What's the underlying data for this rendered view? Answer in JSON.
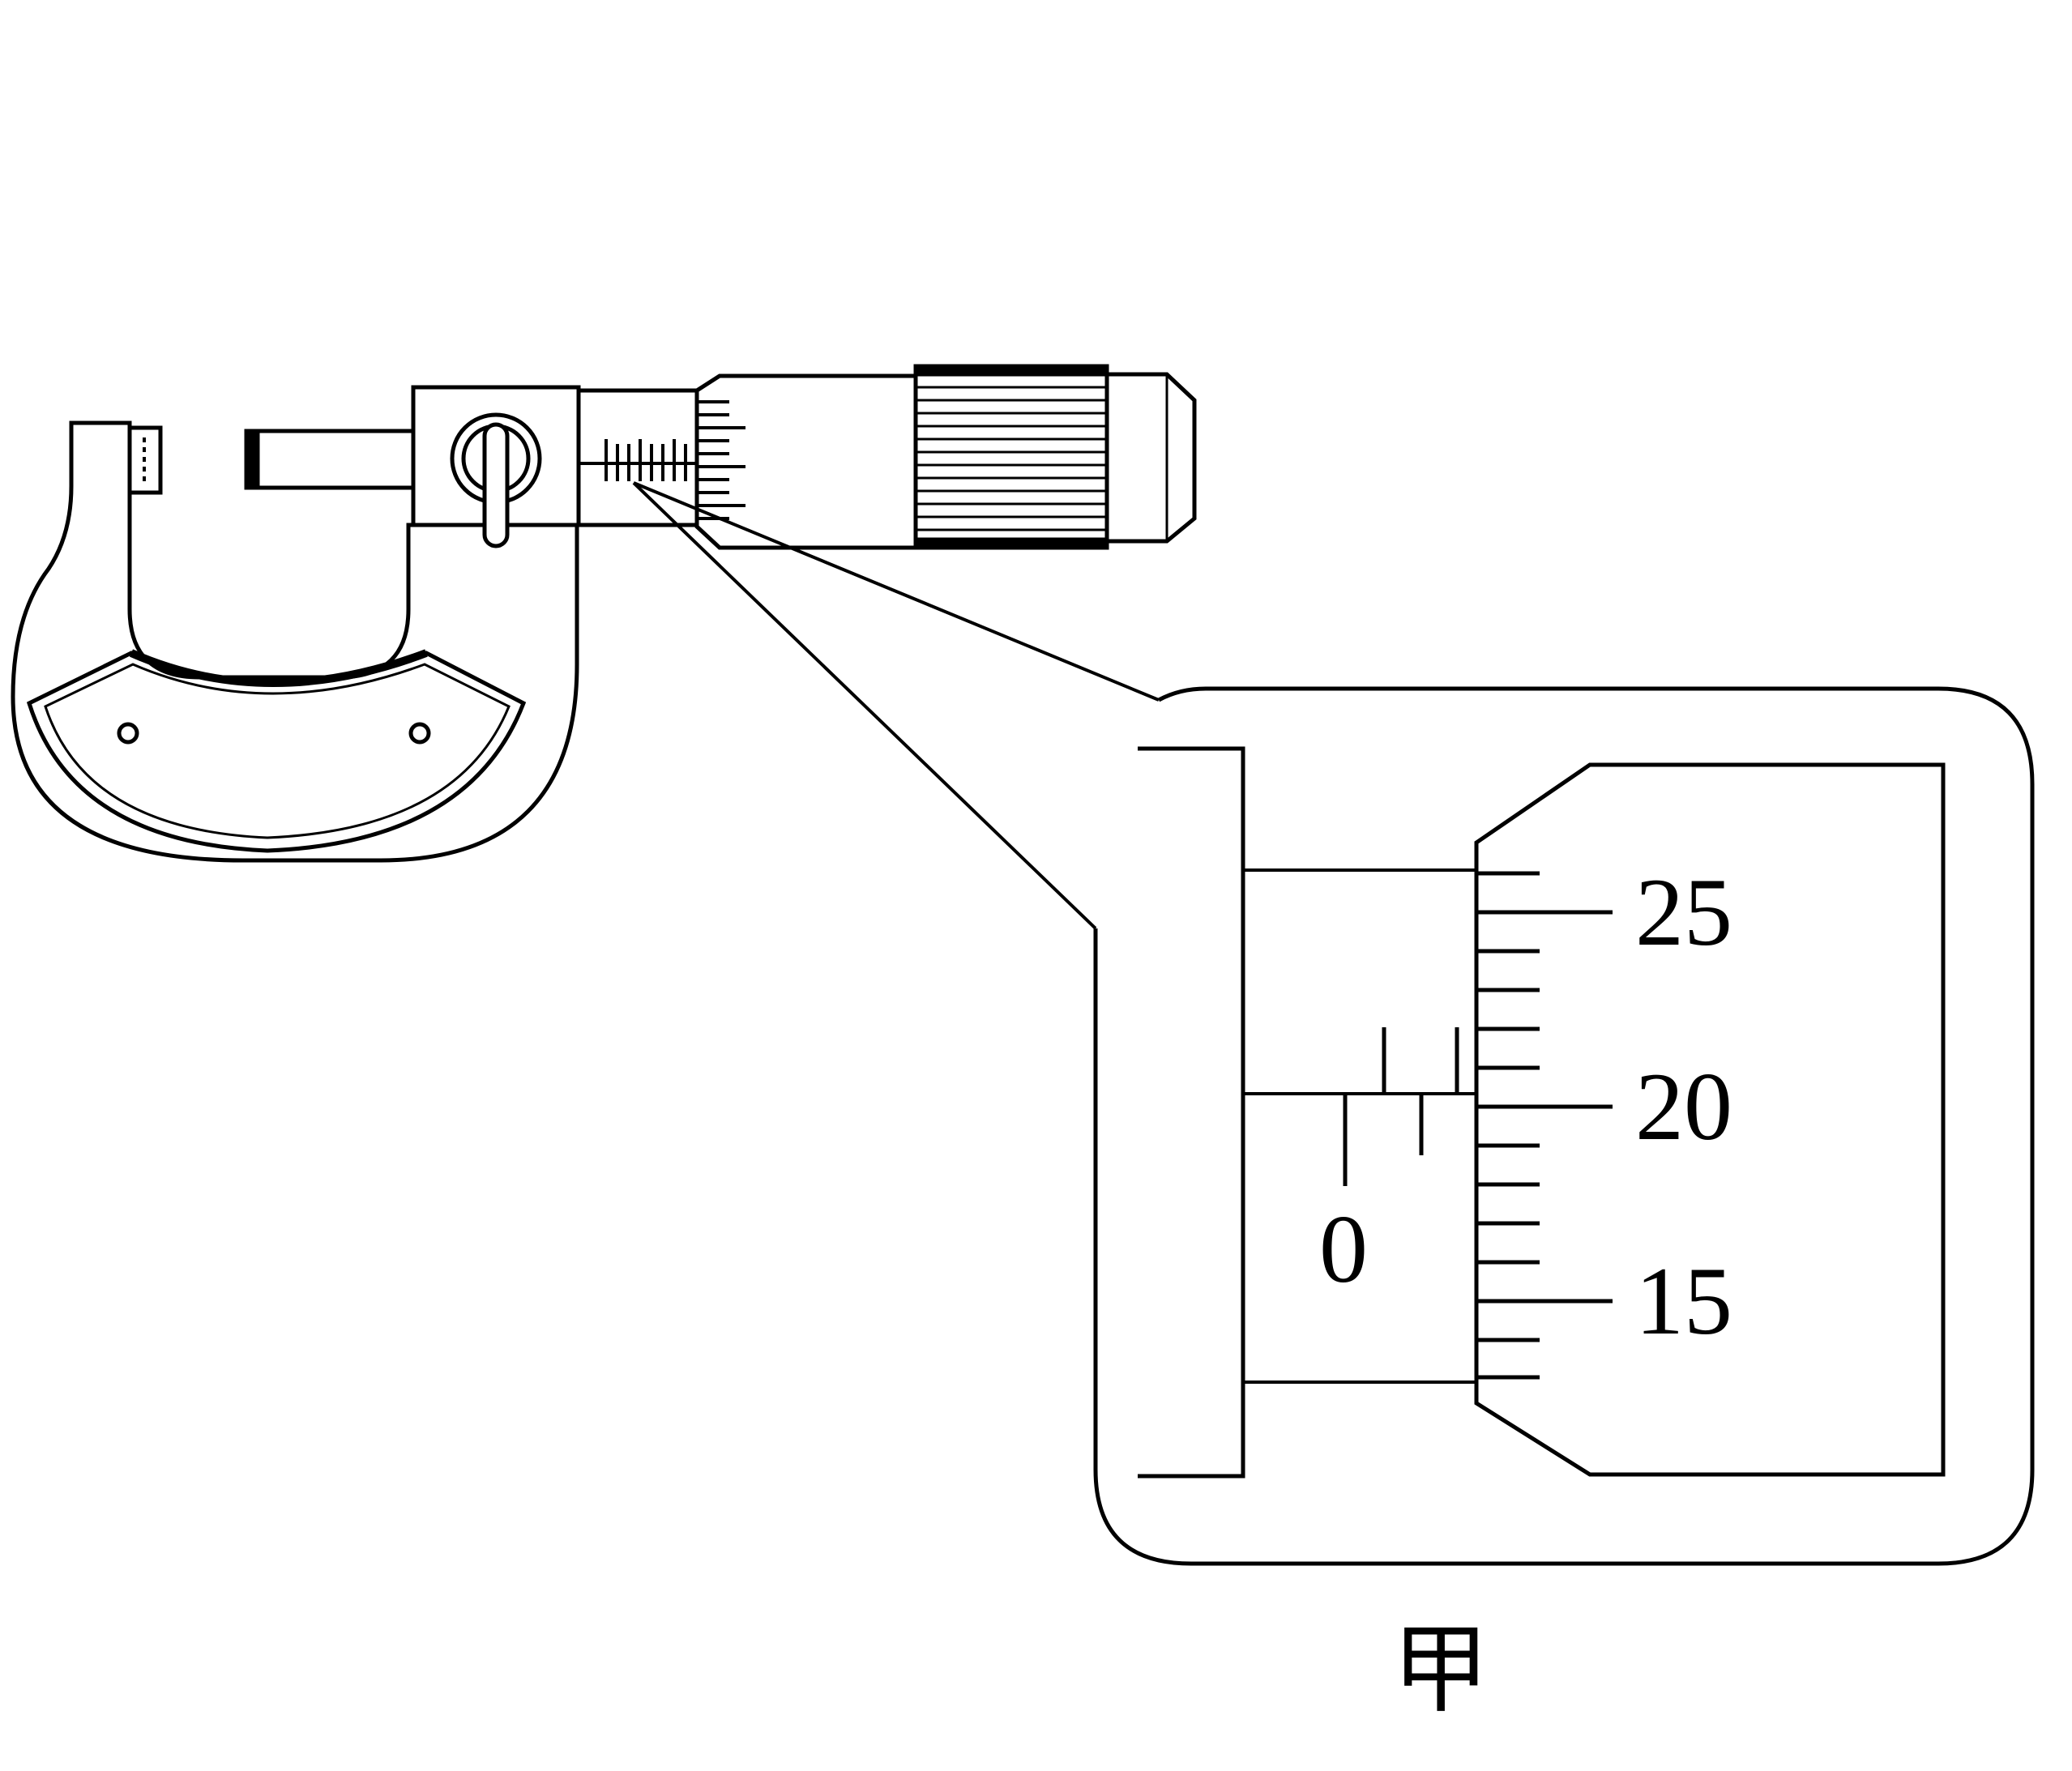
{
  "thimble_scale_labels": [
    "25",
    "20",
    "15"
  ],
  "sleeve_label": "0",
  "caption": "甲",
  "colors": {
    "ink": "#000000",
    "background": "#ffffff"
  }
}
